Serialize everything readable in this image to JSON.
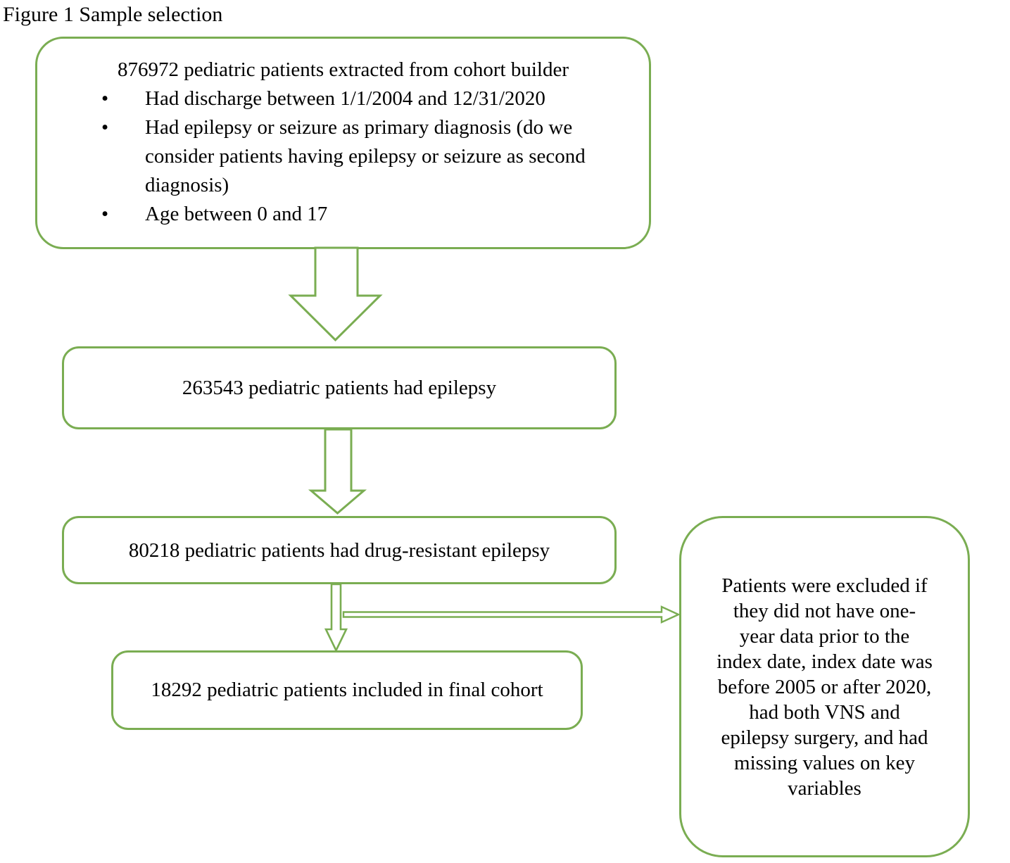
{
  "figure": {
    "title": "Figure 1 Sample selection",
    "accent_color": "#7aad52",
    "text_color": "#000000"
  },
  "flow": {
    "cohort": {
      "heading": "876972 pediatric patients extracted from cohort builder",
      "bullet_glyph": "•",
      "criteria": [
        "Had discharge between 1/1/2004 and 12/31/2020",
        "Had epilepsy or seizure as primary diagnosis (do we consider patients having epilepsy or seizure as second diagnosis)",
        "Age between 0 and 17"
      ]
    },
    "epilepsy": "263543 pediatric patients had epilepsy",
    "drug_resistant": "80218 pediatric patients had drug-resistant epilepsy",
    "final_cohort": "18292 pediatric patients included in final cohort",
    "exclusion": "Patients were excluded if\nthey did not have one-\nyear data prior to the\nindex date, index date was\nbefore 2005 or after 2020,\nhad both VNS and\nepilepsy surgery, and had\nmissing values on key\nvariables"
  }
}
